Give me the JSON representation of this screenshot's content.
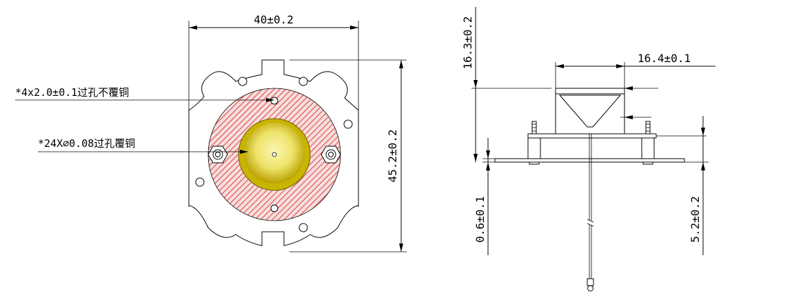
{
  "front_view": {
    "dim_width": "40±0.2",
    "dim_height": "45.2±0.2",
    "note_vias_unplated": "*4x2.0±0.1过孔不覆铜",
    "note_vias_plated": "*24X∅0.08过孔覆铜"
  },
  "side_view": {
    "dim_total_height": "16.3±0.2",
    "dim_top_width": "16.4±0.1",
    "dim_board_thickness": "0.6±0.1",
    "dim_standoff_height": "5.2±0.2"
  },
  "colors": {
    "hatch": "#e24a4a",
    "hatch_bg": "#f4cfcf",
    "led_outer": "#c9b400",
    "led_inner": "#f2ec7a",
    "line": "#000000"
  }
}
